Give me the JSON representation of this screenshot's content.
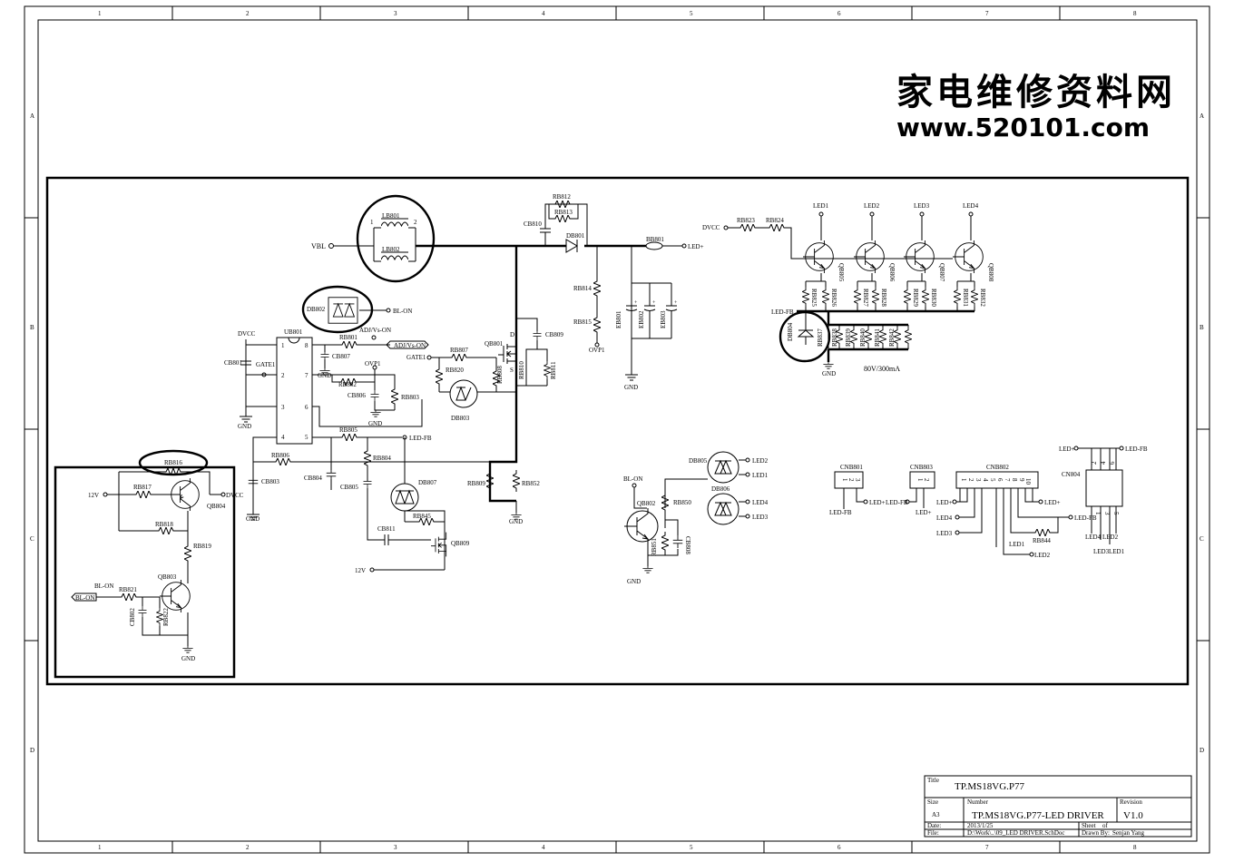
{
  "watermark": {
    "title": "家电维修资料网",
    "url": "www.520101.com"
  },
  "grid": {
    "columns": [
      "1",
      "2",
      "3",
      "4",
      "5",
      "6",
      "7",
      "8"
    ],
    "rows": [
      "A",
      "B",
      "C",
      "D"
    ]
  },
  "nets": {
    "vbl": "VBL",
    "bl_on": "BL-ON",
    "adj": "ADJ/Vs-ON",
    "ovp1": "OVP1",
    "gate1": "GATE1",
    "dvcc": "DVCC",
    "gnd": "GND",
    "led_plus": "LED+",
    "led_fb": "LED-FB",
    "v12": "12V",
    "led1": "LED1",
    "led2": "LED2",
    "led3": "LED3",
    "led4": "LED4"
  },
  "parts": {
    "lb801": "LB801",
    "lb802": "LB802",
    "db801": "DB801",
    "db802": "DB802",
    "db803": "DB803",
    "db804": "DB804",
    "db805": "DB805",
    "db806": "DB806",
    "db807": "DB807",
    "ub801": "UB801",
    "qb801": "QB801",
    "qb802": "QB802",
    "qb803": "QB803",
    "qb804": "QB804",
    "qb805": "QB805",
    "qb806": "QB806",
    "qb807": "QB807",
    "qb808": "QB808",
    "qb809": "QB809",
    "bb801": "BB801",
    "eb801": "EB801",
    "eb802": "EB802",
    "eb803": "EB803",
    "cb801": "CB801",
    "cb802": "CB802",
    "cb803": "CB803",
    "cb804": "CB804",
    "cb805": "CB805",
    "cb806": "CB806",
    "cb807": "CB807",
    "cb808": "CB808",
    "cb809": "CB809",
    "cb810": "CB810",
    "cb811": "CB811",
    "rb801": "RB801",
    "rb802": "RB802",
    "rb803": "RB803",
    "rb804": "RB804",
    "rb805": "RB805",
    "rb806": "RB806",
    "rb807": "RB807",
    "rb808": "RB808",
    "rb809": "RB809",
    "rb810": "RB810",
    "rb811": "RB811",
    "rb812": "RB812",
    "rb813": "RB813",
    "rb814": "RB814",
    "rb815": "RB815",
    "rb816": "RB816",
    "rb817": "RB817",
    "rb818": "RB818",
    "rb819": "RB819",
    "rb820": "RB820",
    "rb821": "RB821",
    "rb822": "RB822",
    "rb823": "RB823",
    "rb824": "RB824",
    "rb825": "RB825",
    "rb826": "RB826",
    "rb827": "RB827",
    "rb828": "RB828",
    "rb829": "RB829",
    "rb830": "RB830",
    "rb831": "RB831",
    "rb832": "RB832",
    "rb837": "RB837",
    "rb838": "RB838",
    "rb839": "RB839",
    "rb840": "RB840",
    "rb841": "RB841",
    "rb842": "RB842",
    "rb844": "RB844",
    "rb845": "RB845",
    "rb850": "RB850",
    "rb851": "RB851",
    "rb852": "RB852",
    "cnb801": "CNB801",
    "cnb802": "CNB802",
    "cnb803": "CNB803",
    "cn804": "CN804"
  },
  "notes": {
    "rating": "80V/300mA"
  },
  "title_block": {
    "title_label": "Title",
    "title": "TP.MS18VG.P77",
    "size_label": "Size",
    "size": "A3",
    "number_label": "Number",
    "number": "TP.MS18VG.P77-LED DRIVER",
    "revision_label": "Revision",
    "revision": "V1.0",
    "date_label": "Date:",
    "date": "2013/1/25",
    "file_label": "File:",
    "file": "D:\\Work\\..\\09_LED DRIVER.SchDoc",
    "sheet_label": "Sheet",
    "of_label": "of",
    "drawn_label": "Drawn By:",
    "drawn": "Senjan Yang"
  }
}
